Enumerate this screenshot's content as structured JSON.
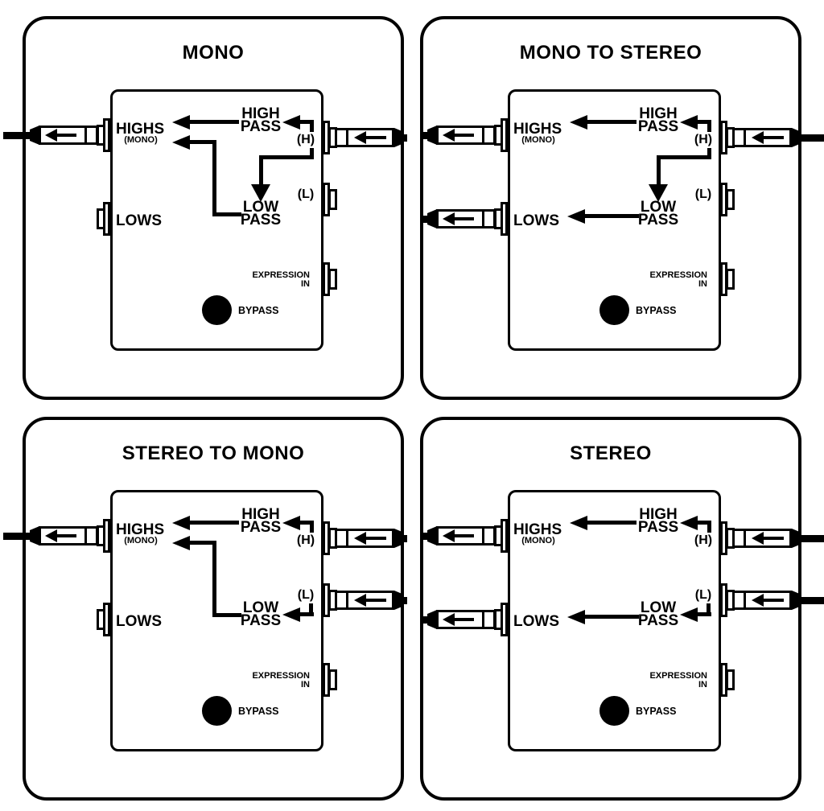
{
  "figure": {
    "description": "Four signal-routing diagrams for a high/low crossover pedal",
    "ink_color": "#000000",
    "paper_color": "#ffffff"
  },
  "panels": [
    {
      "id": "mono",
      "title": "MONO",
      "labels": {
        "highs": "HIGHS",
        "highs_sub": "(MONO)",
        "lows": "LOWS",
        "high_pass": [
          "HIGH",
          "PASS"
        ],
        "low_pass": [
          "LOW",
          "PASS"
        ],
        "h_jack": "(H)",
        "l_jack": "(L)",
        "expression": [
          "EXPRESSION",
          "IN"
        ],
        "bypass": "BYPASS"
      },
      "plugged_jacks": [
        "HIGHS (MONO) output",
        "(H) input"
      ],
      "unplugged_jacks": [
        "LOWS output",
        "(L) input",
        "EXPRESSION IN"
      ],
      "routing": [
        "(H) input -> HIGH PASS -> HIGHS (MONO) output",
        "(H) input -> LOW PASS -> HIGHS (MONO) output"
      ]
    },
    {
      "id": "mono-to-stereo",
      "title": "MONO TO STEREO",
      "labels": {
        "highs": "HIGHS",
        "highs_sub": "(MONO)",
        "lows": "LOWS",
        "high_pass": [
          "HIGH",
          "PASS"
        ],
        "low_pass": [
          "LOW",
          "PASS"
        ],
        "h_jack": "(H)",
        "l_jack": "(L)",
        "expression": [
          "EXPRESSION",
          "IN"
        ],
        "bypass": "BYPASS"
      },
      "plugged_jacks": [
        "HIGHS output",
        "LOWS output",
        "(H) input"
      ],
      "unplugged_jacks": [
        "(L) input",
        "EXPRESSION IN"
      ],
      "routing": [
        "(H) input -> HIGH PASS -> HIGHS output",
        "(H) input -> LOW PASS -> LOWS output"
      ]
    },
    {
      "id": "stereo-to-mono",
      "title": "STEREO TO MONO",
      "labels": {
        "highs": "HIGHS",
        "highs_sub": "(MONO)",
        "lows": "LOWS",
        "high_pass": [
          "HIGH",
          "PASS"
        ],
        "low_pass": [
          "LOW",
          "PASS"
        ],
        "h_jack": "(H)",
        "l_jack": "(L)",
        "expression": [
          "EXPRESSION",
          "IN"
        ],
        "bypass": "BYPASS"
      },
      "plugged_jacks": [
        "HIGHS (MONO) output",
        "(H) input",
        "(L) input"
      ],
      "unplugged_jacks": [
        "LOWS output",
        "EXPRESSION IN"
      ],
      "routing": [
        "(H) input -> HIGH PASS -> HIGHS (MONO) output",
        "(L) input -> LOW PASS -> HIGHS (MONO) output"
      ]
    },
    {
      "id": "stereo",
      "title": "STEREO",
      "labels": {
        "highs": "HIGHS",
        "highs_sub": "(MONO)",
        "lows": "LOWS",
        "high_pass": [
          "HIGH",
          "PASS"
        ],
        "low_pass": [
          "LOW",
          "PASS"
        ],
        "h_jack": "(H)",
        "l_jack": "(L)",
        "expression": [
          "EXPRESSION",
          "IN"
        ],
        "bypass": "BYPASS"
      },
      "plugged_jacks": [
        "HIGHS output",
        "LOWS output",
        "(H) input",
        "(L) input"
      ],
      "unplugged_jacks": [
        "EXPRESSION IN"
      ],
      "routing": [
        "(H) input -> HIGH PASS -> HIGHS output",
        "(L) input -> LOW PASS -> LOWS output"
      ]
    }
  ]
}
